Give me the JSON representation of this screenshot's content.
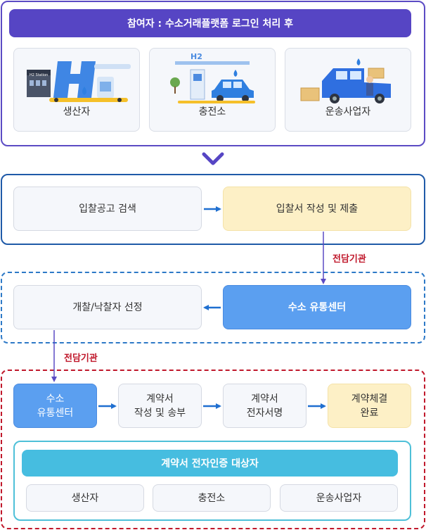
{
  "participants": {
    "header": "참여자 : 수소거래플랫폼 로그인 처리 후",
    "cards": [
      {
        "label": "생산자",
        "illustration": "hydrogen-production-plant"
      },
      {
        "label": "충전소",
        "illustration": "hydrogen-charging-station",
        "sign_text": "H2"
      },
      {
        "label": "운송사업자",
        "illustration": "hydrogen-transport-truck"
      }
    ],
    "station_sign_text": "H2 Station"
  },
  "bidding": {
    "search": "입찰공고 검색",
    "submit": "입찰서 작성 및 제출"
  },
  "agency_label_1": "전담기관",
  "selection": {
    "center": "수소 유통센터",
    "opening": "개찰/낙찰자 선정"
  },
  "agency_label_2": "전담기관",
  "contract": {
    "center": [
      "수소",
      "유통센터"
    ],
    "draft": [
      "계약서",
      "작성 및 송부"
    ],
    "sign": [
      "계약서",
      "전자서명"
    ],
    "complete": [
      "계약체결",
      "완료"
    ]
  },
  "certification": {
    "header": "계약서 전자인증 대상자",
    "items": [
      "생산자",
      "충전소",
      "운송사업자"
    ]
  },
  "colors": {
    "purple": "#5645c4",
    "navy": "#1f5aa8",
    "blue_box": "#5b9ff0",
    "yellow_box": "#fdf0c6",
    "red": "#c0182b",
    "cyan": "#46bde0"
  }
}
